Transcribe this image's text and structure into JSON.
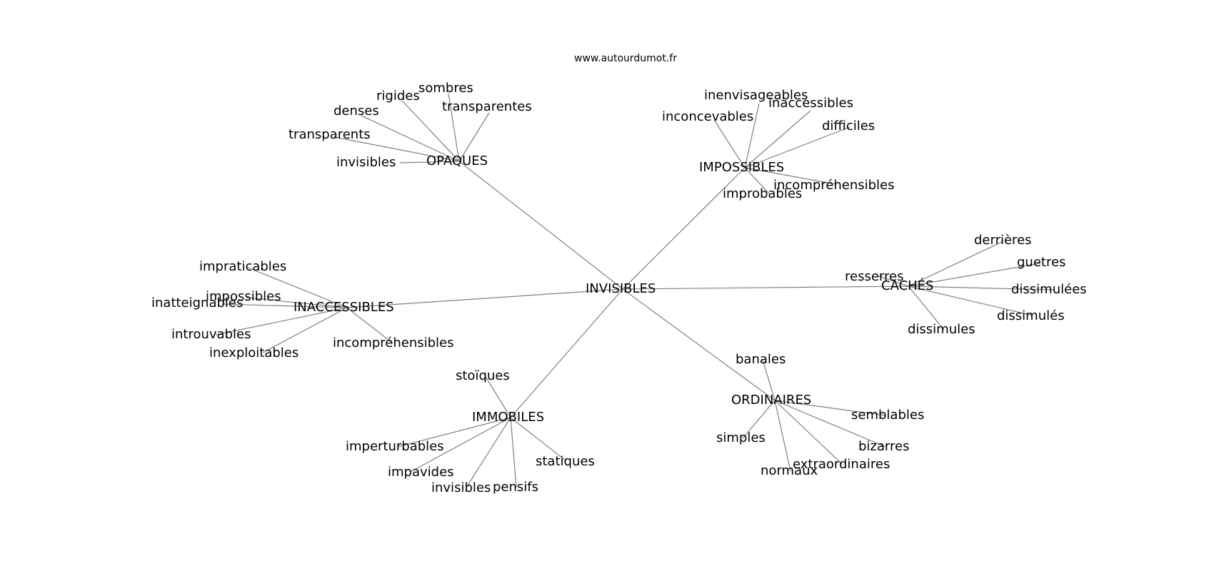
{
  "watermark": "www.autourdumot.fr",
  "center": "INVISIBLES",
  "clusters": [
    {
      "id": "opaques",
      "label": "OPAQUES",
      "leaves": [
        "invisibles",
        "transparents",
        "denses",
        "rigides",
        "sombres",
        "transparentes"
      ]
    },
    {
      "id": "impossibles",
      "label": "IMPOSSIBLES",
      "leaves": [
        "inconcevables",
        "inenvisageables",
        "inaccessibles",
        "difficiles",
        "incompréhensibles",
        "improbables"
      ]
    },
    {
      "id": "caches",
      "label": "CACHÉS",
      "leaves": [
        "resserres",
        "derrières",
        "guetres",
        "dissimulées",
        "dissimulés",
        "dissimules"
      ]
    },
    {
      "id": "inaccessibles",
      "label": "INACCESSIBLES",
      "leaves": [
        "impraticables",
        "impossibles",
        "inatteignables",
        "introuvables",
        "inexploitables",
        "incompréhensibles"
      ]
    },
    {
      "id": "immobiles",
      "label": "IMMOBILES",
      "leaves": [
        "stoïques",
        "imperturbables",
        "impavides",
        "invisibles",
        "pensifs",
        "statiques"
      ]
    },
    {
      "id": "ordinaires",
      "label": "ORDINAIRES",
      "leaves": [
        "banales",
        "semblables",
        "bizarres",
        "extraordinaires",
        "normaux",
        "simples"
      ]
    }
  ]
}
